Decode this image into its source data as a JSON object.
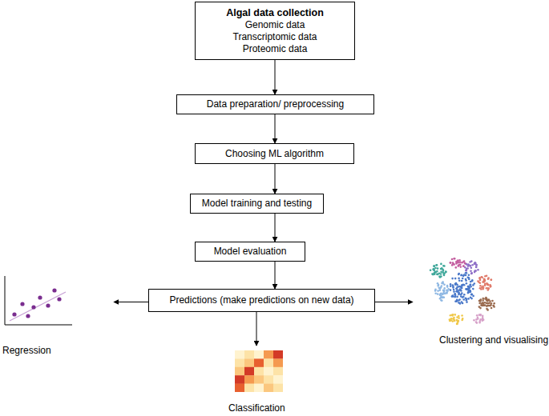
{
  "diagram": {
    "nodes": [
      {
        "text": [
          "Algal data collection",
          "Genomic data",
          "Transcriptomic data",
          "Proteomic data"
        ]
      },
      {
        "text": [
          "Data preparation/ preprocessing"
        ]
      },
      {
        "text": [
          "Choosing ML algorithm"
        ]
      },
      {
        "text": [
          "Model training and testing"
        ]
      },
      {
        "text": [
          "Model evaluation"
        ]
      },
      {
        "text": [
          "Predictions (make predictions on new data)"
        ]
      },
      {
        "text": [
          "Regression"
        ]
      },
      {
        "text": [
          "Classification"
        ]
      },
      {
        "text": [
          "Clustering and visualising"
        ]
      }
    ],
    "edges": [
      {
        "from": 0,
        "to": 1,
        "arrow": "to"
      },
      {
        "from": 1,
        "to": 2,
        "arrow": "to"
      },
      {
        "from": 2,
        "to": 3,
        "arrow": "to"
      },
      {
        "from": 3,
        "to": 4,
        "arrow": "to"
      },
      {
        "from": 4,
        "to": 5,
        "arrow": "to"
      },
      {
        "from": 5,
        "to": 6,
        "arrow": "to"
      },
      {
        "from": 5,
        "to": 7,
        "arrow": "to"
      },
      {
        "from": 5,
        "to": 8,
        "arrow": "to"
      }
    ]
  }
}
